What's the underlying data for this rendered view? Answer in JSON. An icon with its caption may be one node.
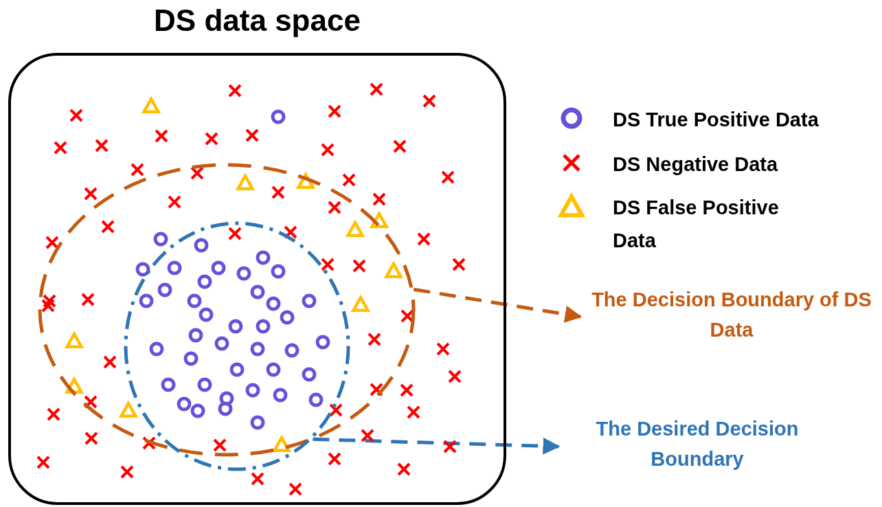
{
  "diagram": {
    "nodes": [
      {
        "text": [
          "DS data space"
        ]
      },
      {
        "text": [],
        "shape": "ellipse",
        "in": 0
      },
      {
        "text": [],
        "shape": "ellipse",
        "in": 0
      },
      {
        "text": [
          "The Decision Boundary of DS Data"
        ]
      },
      {
        "text": [
          "The Desired Decision Boundary"
        ]
      }
    ],
    "edges": [
      {
        "from": 1,
        "to": 3,
        "arrow": "to",
        "style": "dashed",
        "color": "#c55a11"
      },
      {
        "from": 2,
        "to": 4,
        "arrow": "to",
        "style": "dashed",
        "color": "#2e75b6"
      }
    ],
    "legend": [
      {
        "text": "DS True Positive Data"
      },
      {
        "text": "DS Negative Data"
      },
      {
        "text": "DS False Positive Data"
      }
    ]
  }
}
